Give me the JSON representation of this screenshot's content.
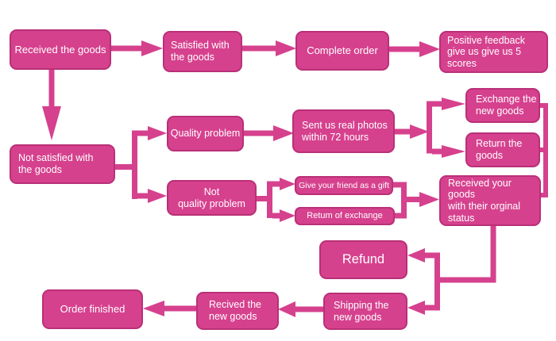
{
  "flowchart": {
    "background_color": "#ffffff",
    "node_fill_color": "#d6418e",
    "node_border_color": "#b93077",
    "arrow_color": "#d6418e",
    "text_color": "#ffffff",
    "nodes": [
      {
        "id": "received_goods",
        "label": "Received the goods"
      },
      {
        "id": "satisfied_with_goods",
        "label": "Satisfied with\nthe goods"
      },
      {
        "id": "complete_order",
        "label": "Complete order"
      },
      {
        "id": "positive_feedback",
        "label": "Positive feedback\ngive us give us 5\nscores"
      },
      {
        "id": "not_satisfied",
        "label": "Not satisfied with\nthe goods"
      },
      {
        "id": "quality_problem",
        "label": "Quality problem"
      },
      {
        "id": "not_quality_problem",
        "label": "Not\nquality problem"
      },
      {
        "id": "sent_photos",
        "label": "Sent us real photos\nwithin 72 hours"
      },
      {
        "id": "exchange_new_goods",
        "label": "Exchange the\nnew goods"
      },
      {
        "id": "return_goods",
        "label": "Return the\ngoods"
      },
      {
        "id": "received_your_goods",
        "label": "Received your goods\nwith their orginal\nstatus"
      },
      {
        "id": "gift",
        "label": "Give your friend as a gift"
      },
      {
        "id": "return_exchange",
        "label": "Retum of exchange"
      },
      {
        "id": "refund",
        "label": "Refund"
      },
      {
        "id": "shipping_new_goods",
        "label": "Shipping the\nnew goods"
      },
      {
        "id": "recived_new_goods",
        "label": "Recived the\nnew goods"
      },
      {
        "id": "order_finished",
        "label": "Order finished"
      }
    ],
    "edges": [
      {
        "from": "received_goods",
        "to": "satisfied_with_goods"
      },
      {
        "from": "satisfied_with_goods",
        "to": "complete_order"
      },
      {
        "from": "complete_order",
        "to": "positive_feedback"
      },
      {
        "from": "received_goods",
        "to": "not_satisfied"
      },
      {
        "from": "not_satisfied",
        "to": "quality_problem"
      },
      {
        "from": "not_satisfied",
        "to": "not_quality_problem"
      },
      {
        "from": "quality_problem",
        "to": "sent_photos"
      },
      {
        "from": "sent_photos",
        "to": "exchange_new_goods"
      },
      {
        "from": "sent_photos",
        "to": "return_goods"
      },
      {
        "from": "exchange_new_goods",
        "to": "received_your_goods"
      },
      {
        "from": "return_goods",
        "to": "received_your_goods"
      },
      {
        "from": "not_quality_problem",
        "to": "gift"
      },
      {
        "from": "not_quality_problem",
        "to": "return_exchange"
      },
      {
        "from": "gift",
        "to": "received_your_goods"
      },
      {
        "from": "return_exchange",
        "to": "received_your_goods"
      },
      {
        "from": "received_your_goods",
        "to": "refund"
      },
      {
        "from": "received_your_goods",
        "to": "shipping_new_goods"
      },
      {
        "from": "shipping_new_goods",
        "to": "recived_new_goods"
      },
      {
        "from": "recived_new_goods",
        "to": "order_finished"
      }
    ]
  }
}
